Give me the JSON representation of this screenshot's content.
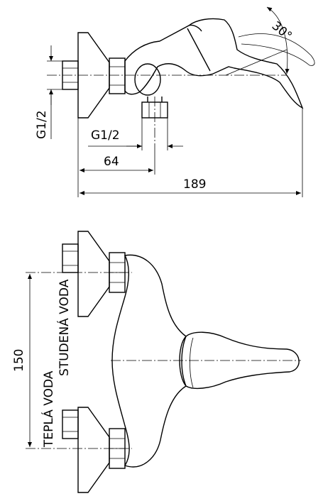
{
  "dimensions": {
    "angle": "30°",
    "thread_left": "G1/2",
    "thread_bottom": "G1/2",
    "width_64": "64",
    "width_189": "189",
    "spacing_150": "150"
  },
  "labels": {
    "hot_water": "TEPLÁ VODA",
    "cold_water": "STUDENÁ VODA"
  }
}
